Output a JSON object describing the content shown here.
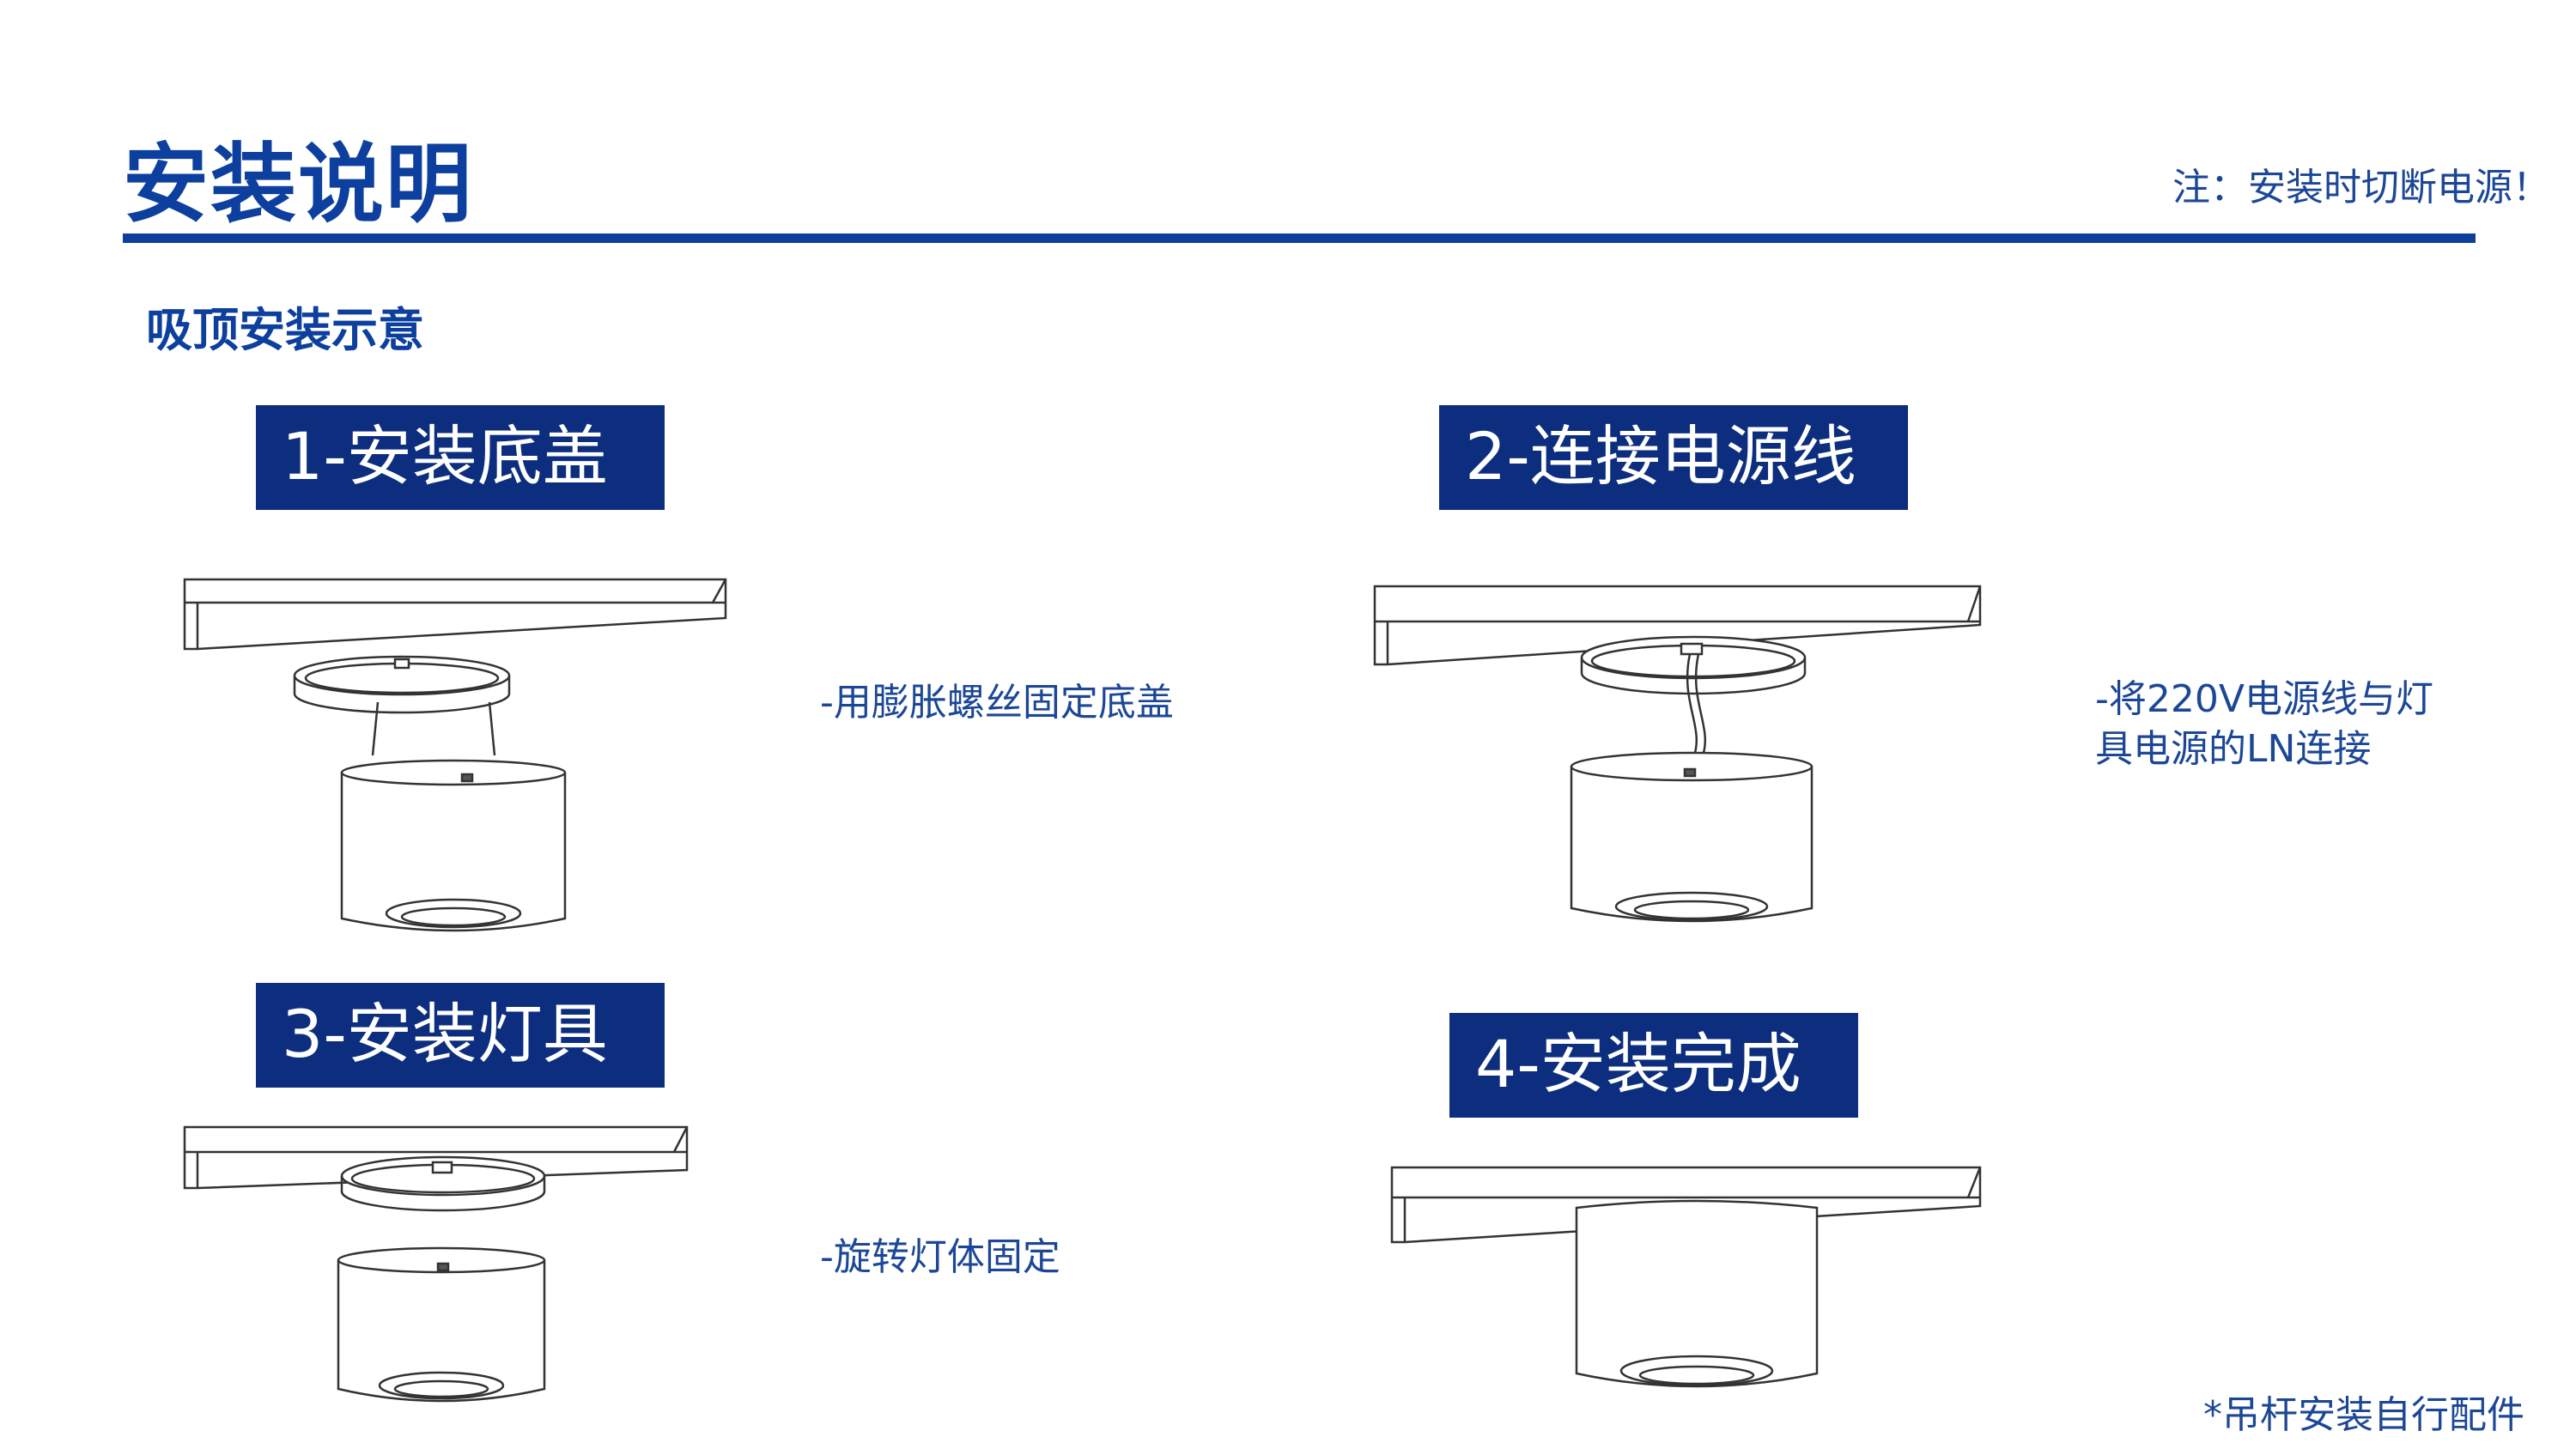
{
  "page": {
    "title": "安装说明",
    "notice": "注：安装时切断电源！",
    "subtitle": "吸顶安装示意",
    "footnote": "*吊杆安装自行配件"
  },
  "steps": [
    {
      "label": "1-安装底盖",
      "description": [
        "-用膨胀螺丝固定底盖"
      ]
    },
    {
      "label": "2-连接电源线",
      "description": [
        "-将220V电源线与灯",
        "具电源的LN连接"
      ]
    },
    {
      "label": "3-安装灯具",
      "description": [
        "-旋转灯体固定"
      ]
    },
    {
      "label": "4-安装完成",
      "description": []
    }
  ],
  "colors": {
    "accent": "#0d3f9e",
    "tag_bg": "#0d2e7e",
    "text_blue": "#1c4796"
  }
}
